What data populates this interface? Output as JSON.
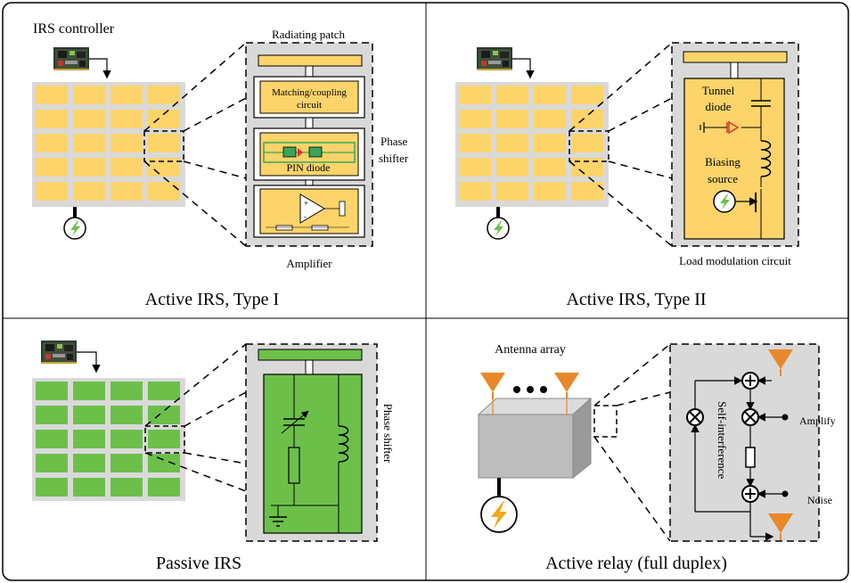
{
  "panels": {
    "active_type1": {
      "caption": "Active IRS, Type I",
      "controller_label": "IRS controller",
      "radiating_patch": "Radiating patch",
      "matching_line1": "Matching/coupling",
      "matching_line2": "circuit",
      "pin_diode": "PIN diode",
      "phase_line1": "Phase",
      "phase_line2": "shifter",
      "amplifier": "Amplifier"
    },
    "active_type2": {
      "caption": "Active IRS, Type II",
      "tunnel_line1": "Tunnel",
      "tunnel_line2": "diode",
      "biasing_line1": "Biasing",
      "biasing_line2": "source",
      "load_modulation": "Load modulation circuit"
    },
    "passive": {
      "caption": "Passive IRS",
      "phase_shifter": "Phase shifter"
    },
    "relay": {
      "caption": "Active relay (full duplex)",
      "antenna_array": "Antenna array",
      "self_interference": "Self-interference",
      "amplify": "Amplify",
      "noise": "Noise"
    }
  },
  "colors": {
    "yellow_element": "#fdd46a",
    "green_element": "#6cc04a",
    "panel_gray": "#d9d9d9",
    "antenna_orange": "#e8882a",
    "diode_red": "#e0302a",
    "pin_green": "#3aa657"
  },
  "icons": [
    "chip-icon",
    "power-icon",
    "lightning-icon",
    "antenna-icon"
  ]
}
